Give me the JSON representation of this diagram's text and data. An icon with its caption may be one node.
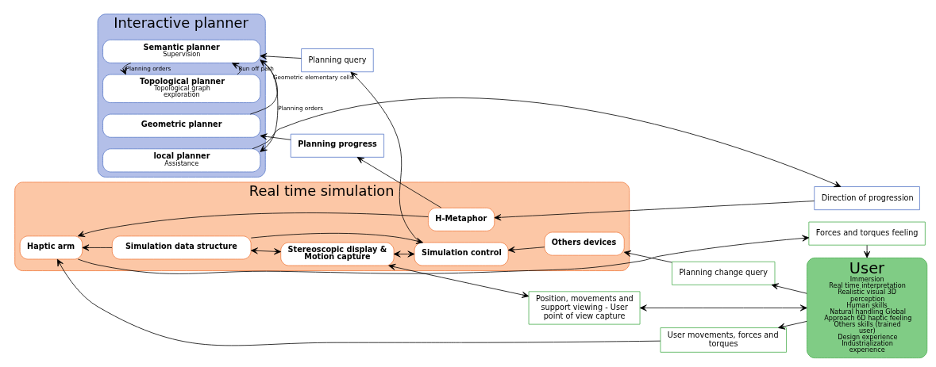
{
  "diagram": {
    "nodes": [
      {
        "text": [
          "Interactive planner"
        ]
      },
      {
        "text": [
          "Semantic planner",
          "Supervision"
        ],
        "in": 0
      },
      {
        "text": [
          "Topological planner",
          "Topological graph exploration"
        ],
        "in": 0
      },
      {
        "text": [
          "Geometric planner"
        ],
        "in": 0
      },
      {
        "text": [
          "local planner",
          "Assistance"
        ],
        "in": 0
      },
      {
        "text": [
          "Planning query"
        ]
      },
      {
        "text": [
          "Planning progress"
        ]
      },
      {
        "text": [
          "Direction of progression"
        ]
      },
      {
        "text": [
          "Real time simulation"
        ]
      },
      {
        "text": [
          "Simulation control"
        ],
        "in": 8
      },
      {
        "text": [
          "Others devices"
        ],
        "in": 8
      },
      {
        "text": [
          "Stereoscopic display & Motion capture"
        ],
        "in": 8
      },
      {
        "text": [
          "Simulation data structure"
        ],
        "in": 8
      },
      {
        "text": [
          "H-Metaphor"
        ],
        "in": 8
      },
      {
        "text": [
          "Haptic arm"
        ],
        "in": 8
      },
      {
        "text": [
          "Planning change query"
        ]
      },
      {
        "text": [
          "Position, movements and support viewing - User point of view capture"
        ]
      },
      {
        "text": [
          "User movements, forces and torques"
        ]
      },
      {
        "text": [
          "Forces and torques feeling"
        ]
      },
      {
        "text": [
          "User",
          "Immersion",
          "Real time interpretation Realistic visual 3D perception",
          "Human skills",
          "Natural handling Global Approach 6D haptic feeling",
          "Others skills (trained user)",
          "Design experience Industrialization experience"
        ]
      }
    ],
    "edges": [
      {
        "from": 1,
        "to": 2,
        "arrow": "to",
        "label": "Planning orders"
      },
      {
        "from": 2,
        "to": 1,
        "arrow": "to",
        "label": "Run off path"
      },
      {
        "from": 3,
        "to": 1,
        "arrow": "to",
        "label": "Geometric elementary cells"
      },
      {
        "from": 1,
        "to": 4,
        "arrow": "to",
        "label": "Planning orders"
      },
      {
        "from": 5,
        "to": 1,
        "arrow": "to"
      },
      {
        "from": 9,
        "to": 5,
        "arrow": "to"
      },
      {
        "from": 6,
        "to": 3,
        "arrow": "to"
      },
      {
        "from": 13,
        "to": 6,
        "arrow": "to"
      },
      {
        "from": 4,
        "to": 7,
        "arrow": "to"
      },
      {
        "from": 7,
        "to": 13,
        "arrow": "to"
      },
      {
        "from": 13,
        "to": 14,
        "arrow": "to"
      },
      {
        "from": 10,
        "to": 9,
        "arrow": "to"
      },
      {
        "from": 9,
        "to": 11,
        "arrow": "both"
      },
      {
        "from": 11,
        "to": 12,
        "arrow": "both"
      },
      {
        "from": 12,
        "to": 9,
        "arrow": "to"
      },
      {
        "from": 12,
        "to": 14,
        "arrow": "to"
      },
      {
        "from": 15,
        "to": 10,
        "arrow": "to"
      },
      {
        "from": 19,
        "to": 15,
        "arrow": "to"
      },
      {
        "from": 16,
        "to": 11,
        "arrow": "both"
      },
      {
        "from": 19,
        "to": 16,
        "arrow": "both"
      },
      {
        "from": 19,
        "to": 17,
        "arrow": "to"
      },
      {
        "from": 17,
        "to": 14,
        "arrow": "to"
      },
      {
        "from": 14,
        "to": 18,
        "arrow": "to"
      },
      {
        "from": 18,
        "to": 19,
        "arrow": "to"
      }
    ]
  }
}
